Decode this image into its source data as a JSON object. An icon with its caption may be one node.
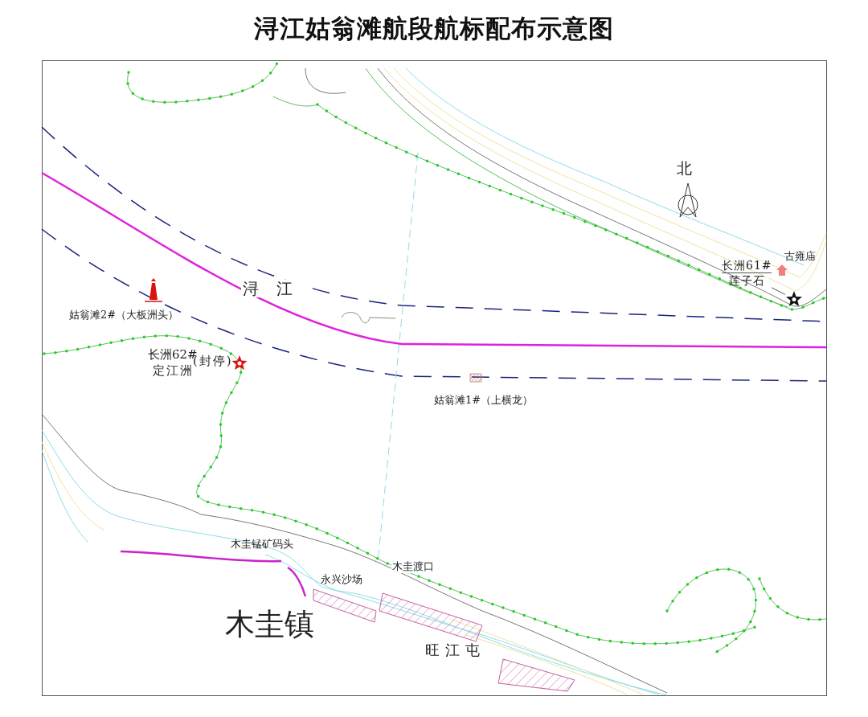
{
  "diagram": {
    "title": "浔江姑翁滩航段航标配布示意图",
    "nodes": [
      {
        "text": [
          "长洲61#",
          "莲子石"
        ]
      },
      {
        "text": [],
        "shape": "star"
      }
    ],
    "edges": [
      {
        "from": 0,
        "to": 1,
        "arrow": "none"
      }
    ],
    "labels": [
      "北",
      "古雍庙",
      "浔江",
      "姑翁滩2#（大板洲头）",
      "长洲62#",
      "(封停)",
      "定江洲",
      "姑翁滩1#（上横龙）",
      "木圭锰矿码头",
      "木圭渡口",
      "永兴沙场",
      "木圭镇",
      "旺江屯"
    ]
  }
}
